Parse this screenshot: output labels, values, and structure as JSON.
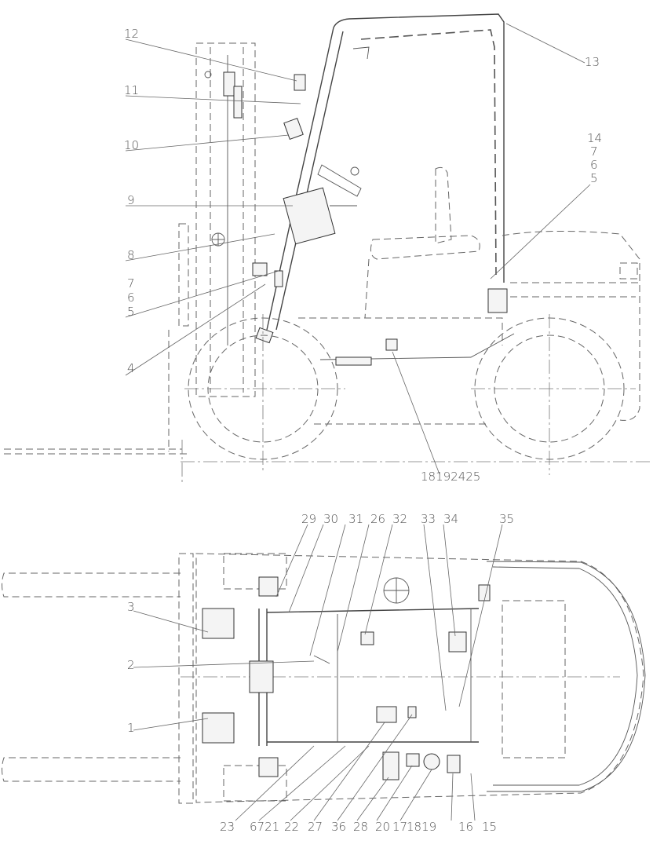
{
  "side_view": {
    "callouts": [
      "12",
      "11",
      "10",
      "9",
      "8",
      "7",
      "6",
      "5",
      "4",
      "13",
      "14",
      "7",
      "6",
      "5",
      "18192425"
    ]
  },
  "top_view": {
    "callouts_top": [
      "29",
      "30",
      "31",
      "26",
      "32",
      "33",
      "34",
      "35"
    ],
    "callouts_left": [
      "3",
      "2",
      "1"
    ],
    "callouts_bottom": [
      "23",
      "6721",
      "22",
      "27",
      "36",
      "28",
      "20",
      "17",
      "1819",
      "16",
      "15"
    ]
  }
}
